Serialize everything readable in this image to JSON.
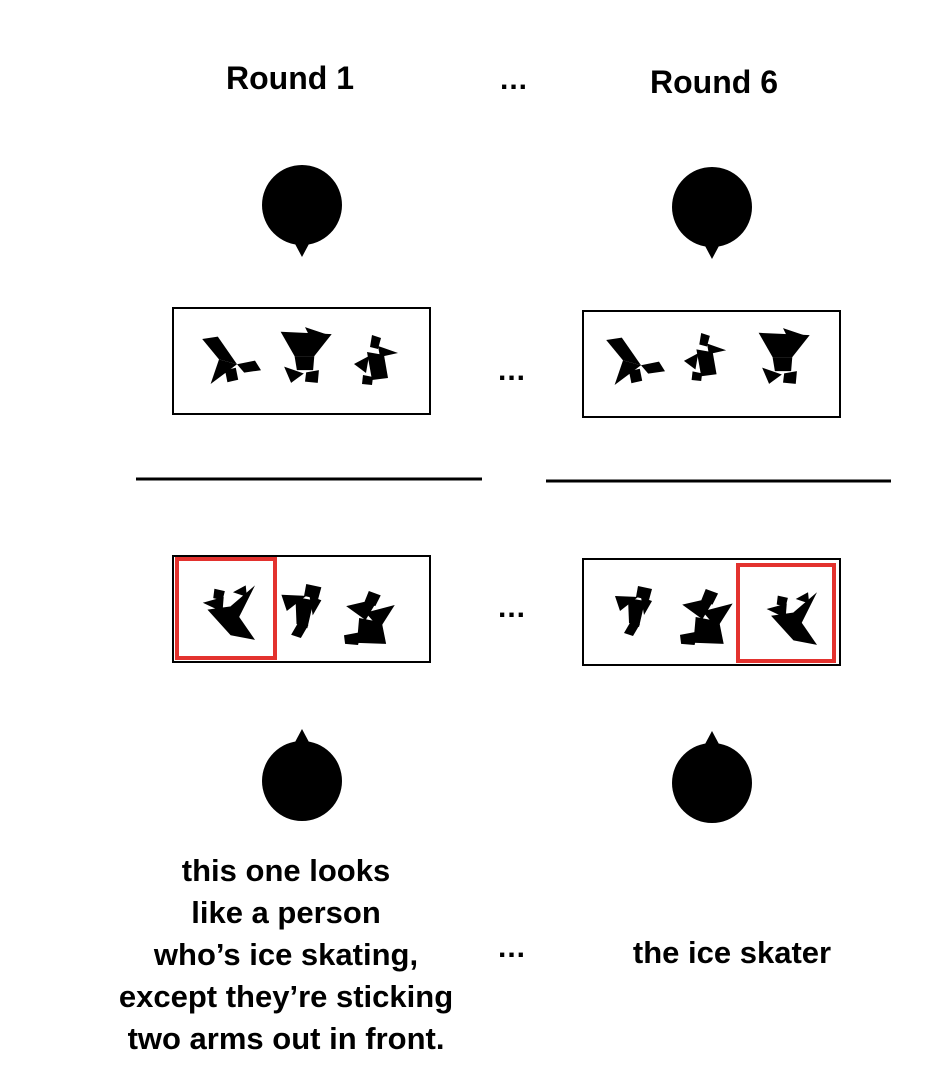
{
  "rounds": [
    {
      "title": "Round 1",
      "utterance_lines": [
        "this one looks",
        "like a person",
        "who’s ice skating,",
        "except they’re sticking",
        "two arms out in front."
      ]
    },
    {
      "title": "Round 6",
      "utterance_lines": [
        "the ice skater"
      ]
    }
  ],
  "ellipsis": "...",
  "speaker_context": {
    "round_1": [
      "bird-tangram",
      "stool-tangram",
      "diver-tangram"
    ],
    "round_6": [
      "bird-tangram",
      "diver-tangram",
      "stool-tangram"
    ]
  },
  "listener_context": {
    "round_1": [
      "skater-tangram",
      "runner-tangram",
      "sitter-tangram"
    ],
    "round_6": [
      "runner-tangram",
      "sitter-tangram",
      "skater-tangram"
    ]
  },
  "selected_target": "skater-tangram",
  "colors": {
    "ink": "#000000",
    "selection": "#e3322e",
    "background": "#ffffff"
  }
}
